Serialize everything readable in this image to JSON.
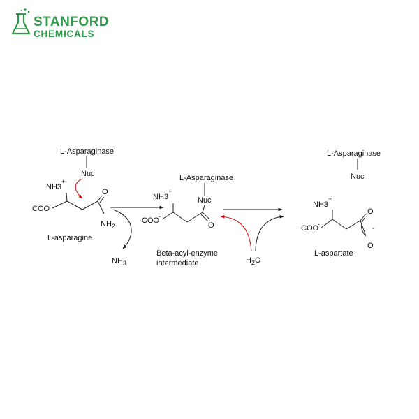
{
  "logo": {
    "line1": "STANFORD",
    "line2": "CHEMICALS",
    "color": "#2f9a48"
  },
  "scheme": {
    "step1": {
      "enzyme_label": "L-Asparaginase",
      "nucleophile": "Nuc",
      "amine": "NH3",
      "charge": "+",
      "carboxylate": "COO",
      "carboxylate_charge": "-",
      "carbonyl_o": "O",
      "amide_n": "NH2",
      "compound_name": "L-asparagine"
    },
    "released": {
      "product": "NH3"
    },
    "step2": {
      "enzyme_label": "L-Asparaginase",
      "nucleophile": "Nuc",
      "amine": "NH3",
      "charge": "+",
      "carboxylate": "COO",
      "carboxylate_charge": "-",
      "carbonyl_o": "O",
      "name_line1": "Beta-acyl-enzyme",
      "name_line2": "intermediate"
    },
    "water": {
      "label": "H2O"
    },
    "step3": {
      "enzyme_label": "L-Asparaginase",
      "nucleophile": "Nuc",
      "amine": "NH3",
      "charge": "+",
      "carboxylate": "COO",
      "carboxylate_charge": "-",
      "oxygen_top": "O",
      "oxygen_bottom": "O",
      "resonance_charge": "-",
      "compound_name": "L-aspartate"
    },
    "colors": {
      "electron_arrow": "#cc1111",
      "reaction_arrow": "#111111"
    }
  }
}
